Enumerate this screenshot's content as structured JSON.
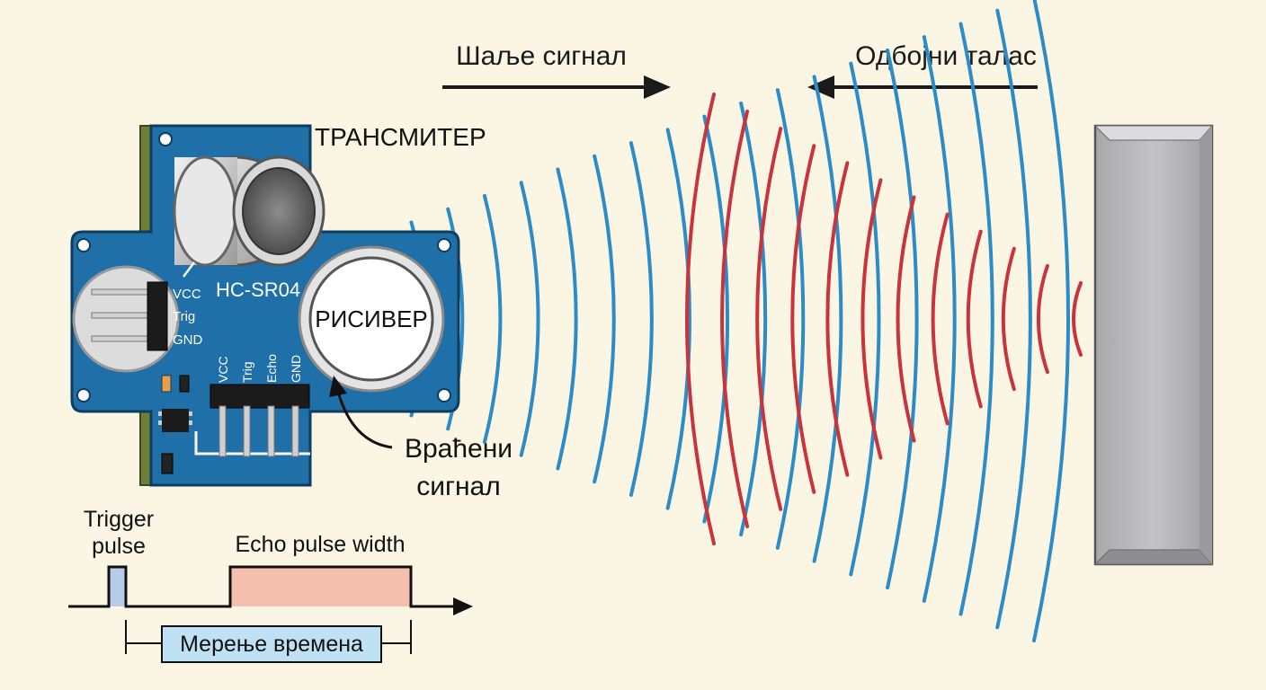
{
  "labels": {
    "sends_signal": "Шаље сигнал",
    "reflected_wave": "Одбојни талас",
    "transmitter": "ТРАНСМИТЕР",
    "receiver": "РИСИВЕР",
    "module_name": "HC-SR04",
    "returned_signal_line1": "Враћени",
    "returned_signal_line2": "сигнал",
    "trigger_pulse_line1": "Trigger",
    "trigger_pulse_line2": "pulse",
    "echo_pulse_width": "Echo pulse width",
    "time_measurement": "Мерење времена"
  },
  "pins_side": [
    "VCC",
    "Trig",
    "GND"
  ],
  "pins_bottom": [
    "VCC",
    "Trig",
    "Echo",
    "GND"
  ],
  "colors": {
    "background": "#fbf5e4",
    "pcb": "#1f6fa8",
    "pcb_edge": "#0f3d5e",
    "outgoing_wave": "#2b8cc8",
    "reflected_wave": "#c9343c",
    "obstacle": "#b9b9bd",
    "echo_pulse": "#f4bfae",
    "trigger_pulse": "#b8cbe8",
    "measure_box": "#bfe1f3"
  }
}
